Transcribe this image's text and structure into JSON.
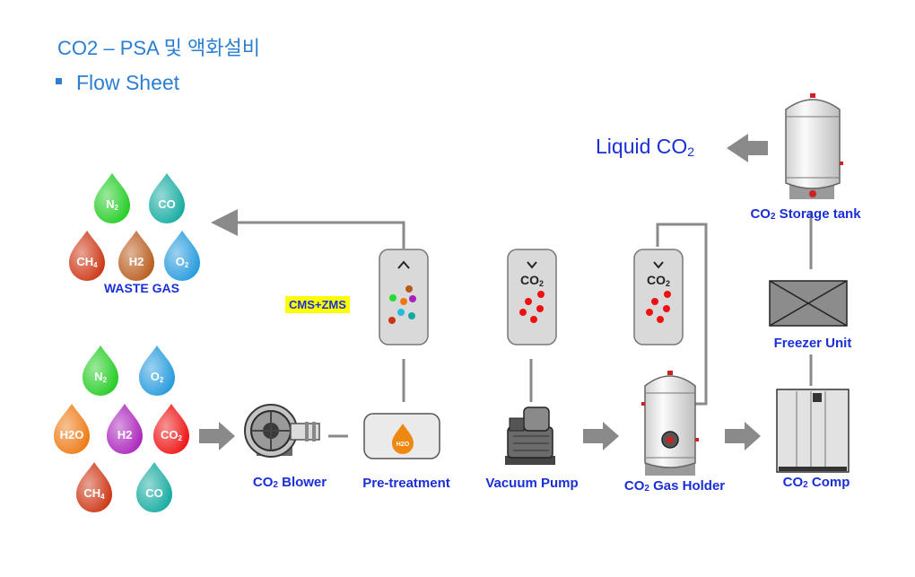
{
  "header": {
    "title": "CO2 – PSA  및 액화설비",
    "bullet": "Flow Sheet"
  },
  "output_label": {
    "text": "Liquid CO",
    "sub": "2"
  },
  "waste_gas": {
    "label": "WASTE GAS",
    "drops": [
      {
        "text": "N",
        "sub": "2",
        "color": "#22cc22"
      },
      {
        "text": "CO",
        "sub": "",
        "color": "#12aaa0"
      },
      {
        "text": "CH",
        "sub": "4",
        "color": "#cc3311"
      },
      {
        "text": "H2",
        "sub": "",
        "color": "#b85a1a"
      },
      {
        "text": "O",
        "sub": "2",
        "color": "#2299dd"
      }
    ]
  },
  "feed_gas": {
    "drops": [
      {
        "text": "N",
        "sub": "2",
        "color": "#22cc22"
      },
      {
        "text": "O",
        "sub": "2",
        "color": "#2299dd"
      },
      {
        "text": "H2O",
        "sub": "",
        "color": "#ee7711"
      },
      {
        "text": "H2",
        "sub": "",
        "color": "#aa22bb"
      },
      {
        "text": "CO",
        "sub": "2",
        "color": "#ee1111"
      },
      {
        "text": "CH",
        "sub": "4",
        "color": "#cc3311"
      },
      {
        "text": "CO",
        "sub": "",
        "color": "#12aaa0"
      }
    ]
  },
  "adsorbent_label": "CMS+ZMS",
  "vessel_text": {
    "co2": "CO",
    "co2_sub": "2"
  },
  "pretreatment_badge": "H2O",
  "equipment": {
    "blower": {
      "main": "CO",
      "sub": "2",
      "rest": " Blower"
    },
    "pretreatment": "Pre-treatment",
    "vacuum_pump": "Vacuum Pump",
    "gas_holder": {
      "main": "CO",
      "sub": "2",
      "rest": " Gas Holder"
    },
    "comp": {
      "main": "CO",
      "sub": "2",
      "rest": " Comp"
    },
    "freezer": "Freezer Unit",
    "storage_tank": {
      "main": "CO",
      "sub": "2",
      "rest": " Storage tank"
    }
  }
}
